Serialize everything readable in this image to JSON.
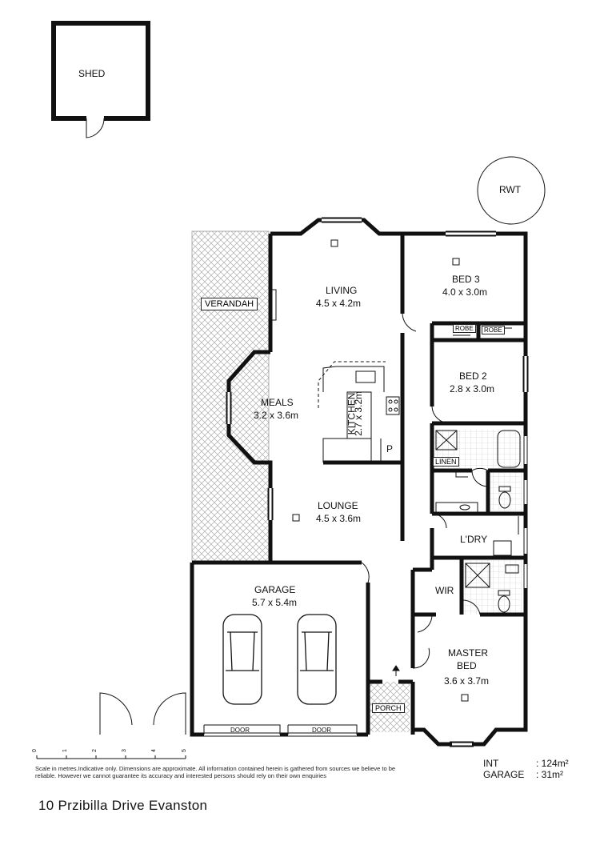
{
  "rooms": {
    "shed": "SHED",
    "rwt": "RWT",
    "verandah": "VERANDAH",
    "living": {
      "name": "LIVING",
      "size": "4.5 x 4.2m"
    },
    "bed3": {
      "name": "BED 3",
      "size": "4.0 x 3.0m"
    },
    "robe1": "ROBE",
    "robe2": "ROBE",
    "bed2": {
      "name": "BED 2",
      "size": "2.8 x 3.0m"
    },
    "meals": {
      "name": "MEALS",
      "size": "3.2 x 3.6m"
    },
    "kitchen": {
      "name": "KITCHEN",
      "size": "2.7 x 3.2m"
    },
    "pantry": "P",
    "linen": "LINEN",
    "lounge": {
      "name": "LOUNGE",
      "size": "4.5 x 3.6m"
    },
    "laundry": "L'DRY",
    "wir": "WIR",
    "garage": {
      "name": "GARAGE",
      "size": "5.7 x 5.4m"
    },
    "master": {
      "name_line1": "MASTER",
      "name_line2": "BED",
      "size": "3.6 x 3.7m"
    },
    "porch": "PORCH",
    "door1": "DOOR",
    "door2": "DOOR"
  },
  "scale_ticks": [
    "0",
    "1",
    "2",
    "3",
    "4",
    "5"
  ],
  "disclaimer": "Scale in metres.Indicative only. Dimensions are approximate. All information contained herein is gathered from sources we believe to be reliable. However we cannot guarantee its accuracy and interested persons should rely on their own enquiries",
  "areas": {
    "int_label": "INT",
    "int_value": ": 124m²",
    "garage_label": "GARAGE",
    "garage_value": ": 31m²"
  },
  "address": "10 Przibilla Drive Evanston"
}
